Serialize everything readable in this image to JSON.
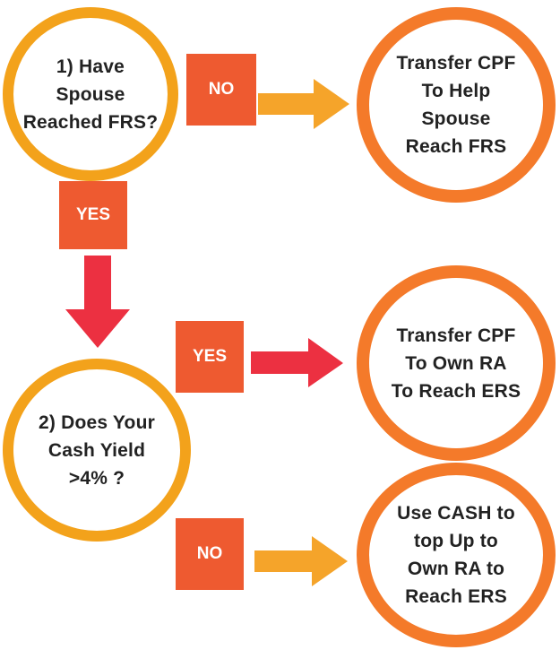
{
  "colors": {
    "question_ring": "#f3a21b",
    "outcome_ring": "#f47a2a",
    "label_box": "#ee5a30",
    "arrow_no": "#f5a42a",
    "arrow_yes": "#ec3041",
    "text": "#222222"
  },
  "nodes": {
    "q1": "1) Have\nSpouse\nReached FRS?",
    "q2": "2) Does Your\nCash Yield\n>4% ?",
    "outcome_spouse": "Transfer CPF\nTo Help\nSpouse\nReach FRS",
    "outcome_own_ra": "Transfer CPF\nTo Own RA\nTo Reach ERS",
    "outcome_cash": "Use CASH to\ntop Up to\nOwn RA to\nReach ERS"
  },
  "labels": {
    "q1_no": "NO",
    "q1_yes": "YES",
    "q2_yes": "YES",
    "q2_no": "NO"
  }
}
